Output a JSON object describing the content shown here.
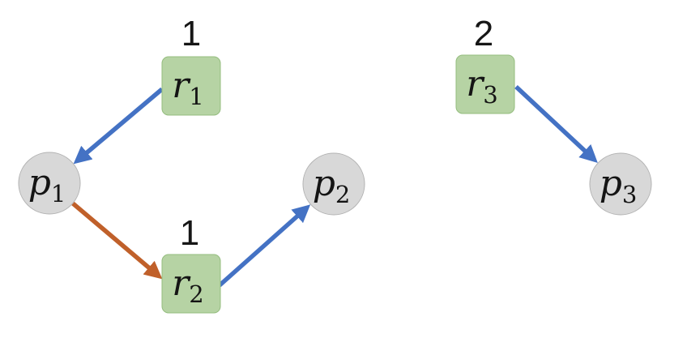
{
  "nodes": {
    "r1": {
      "type": "resource",
      "base": "r",
      "sub": "1",
      "count": "1"
    },
    "r2": {
      "type": "resource",
      "base": "r",
      "sub": "2",
      "count": "1"
    },
    "r3": {
      "type": "resource",
      "base": "r",
      "sub": "3",
      "count": "2"
    },
    "p1": {
      "type": "process",
      "base": "p",
      "sub": "1"
    },
    "p2": {
      "type": "process",
      "base": "p",
      "sub": "2"
    },
    "p3": {
      "type": "process",
      "base": "p",
      "sub": "3"
    }
  },
  "edges": [
    {
      "from": "r1",
      "to": "p1",
      "color": "blue"
    },
    {
      "from": "p1",
      "to": "r2",
      "color": "orange"
    },
    {
      "from": "r2",
      "to": "p2",
      "color": "blue"
    },
    {
      "from": "r3",
      "to": "p3",
      "color": "blue"
    }
  ],
  "colors": {
    "resource_fill": "#b6d3a4",
    "resource_border": "#94bd7e",
    "process_fill": "#d8d8d8",
    "process_border": "#b3b3b3",
    "edge_blue": "#4472c4",
    "edge_orange": "#c0602a",
    "text": "#141414"
  }
}
